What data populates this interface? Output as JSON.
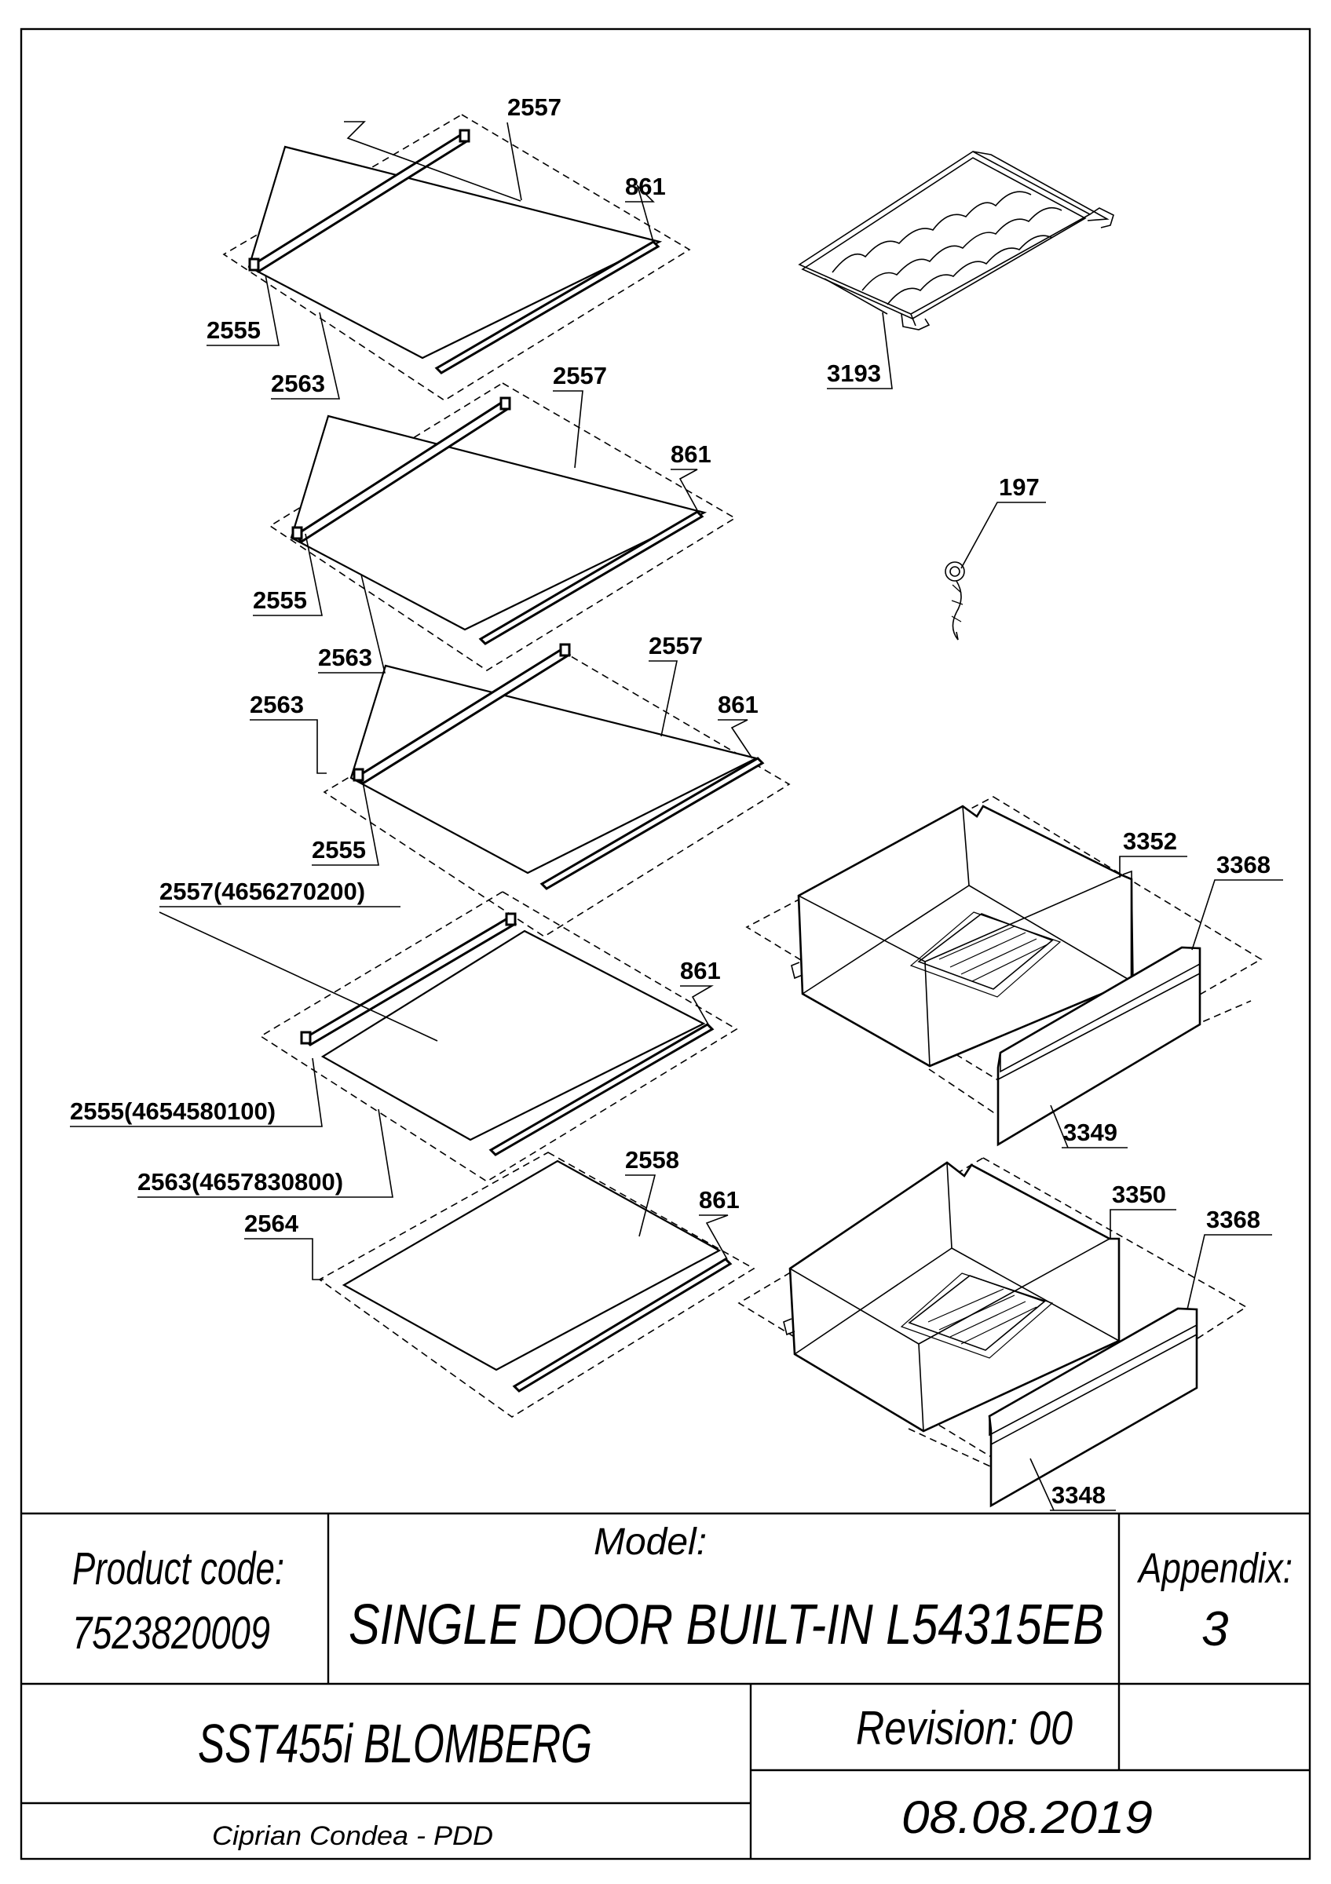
{
  "parts": {
    "shelf1": {
      "glass": "2557",
      "strip": "861",
      "front_trim": "2555",
      "frame": "2563"
    },
    "shelf2": {
      "glass": "2557",
      "strip": "861",
      "front_trim": "2555",
      "frame": "2563"
    },
    "shelf3": {
      "glass": "2557",
      "strip": "861",
      "front_trim": "2555",
      "frame": "2563"
    },
    "shelf4": {
      "glass": "2557(4656270200)",
      "strip": "861",
      "front_trim": "2555(4654580100)",
      "frame": "2563(4657830800)"
    },
    "shelf5": {
      "glass": "2558",
      "strip": "861",
      "frame": "2564"
    },
    "bottle_rack": "3193",
    "key": "197",
    "drawer1": {
      "body": "3352",
      "cover": "3368",
      "front": "3349"
    },
    "drawer2": {
      "body": "3350",
      "cover": "3368",
      "front": "3348"
    }
  },
  "title_block": {
    "product_code_label": "Product code:",
    "product_code": "7523820009",
    "model_label": "Model:",
    "model": "SINGLE DOOR BUILT-IN L54315EB",
    "appendix_label": "Appendix:",
    "appendix": "3",
    "brand_model": "SST455i BLOMBERG",
    "revision": "Revision: 00",
    "author": "Ciprian Condea - PDD",
    "date": "08.08.2019"
  }
}
